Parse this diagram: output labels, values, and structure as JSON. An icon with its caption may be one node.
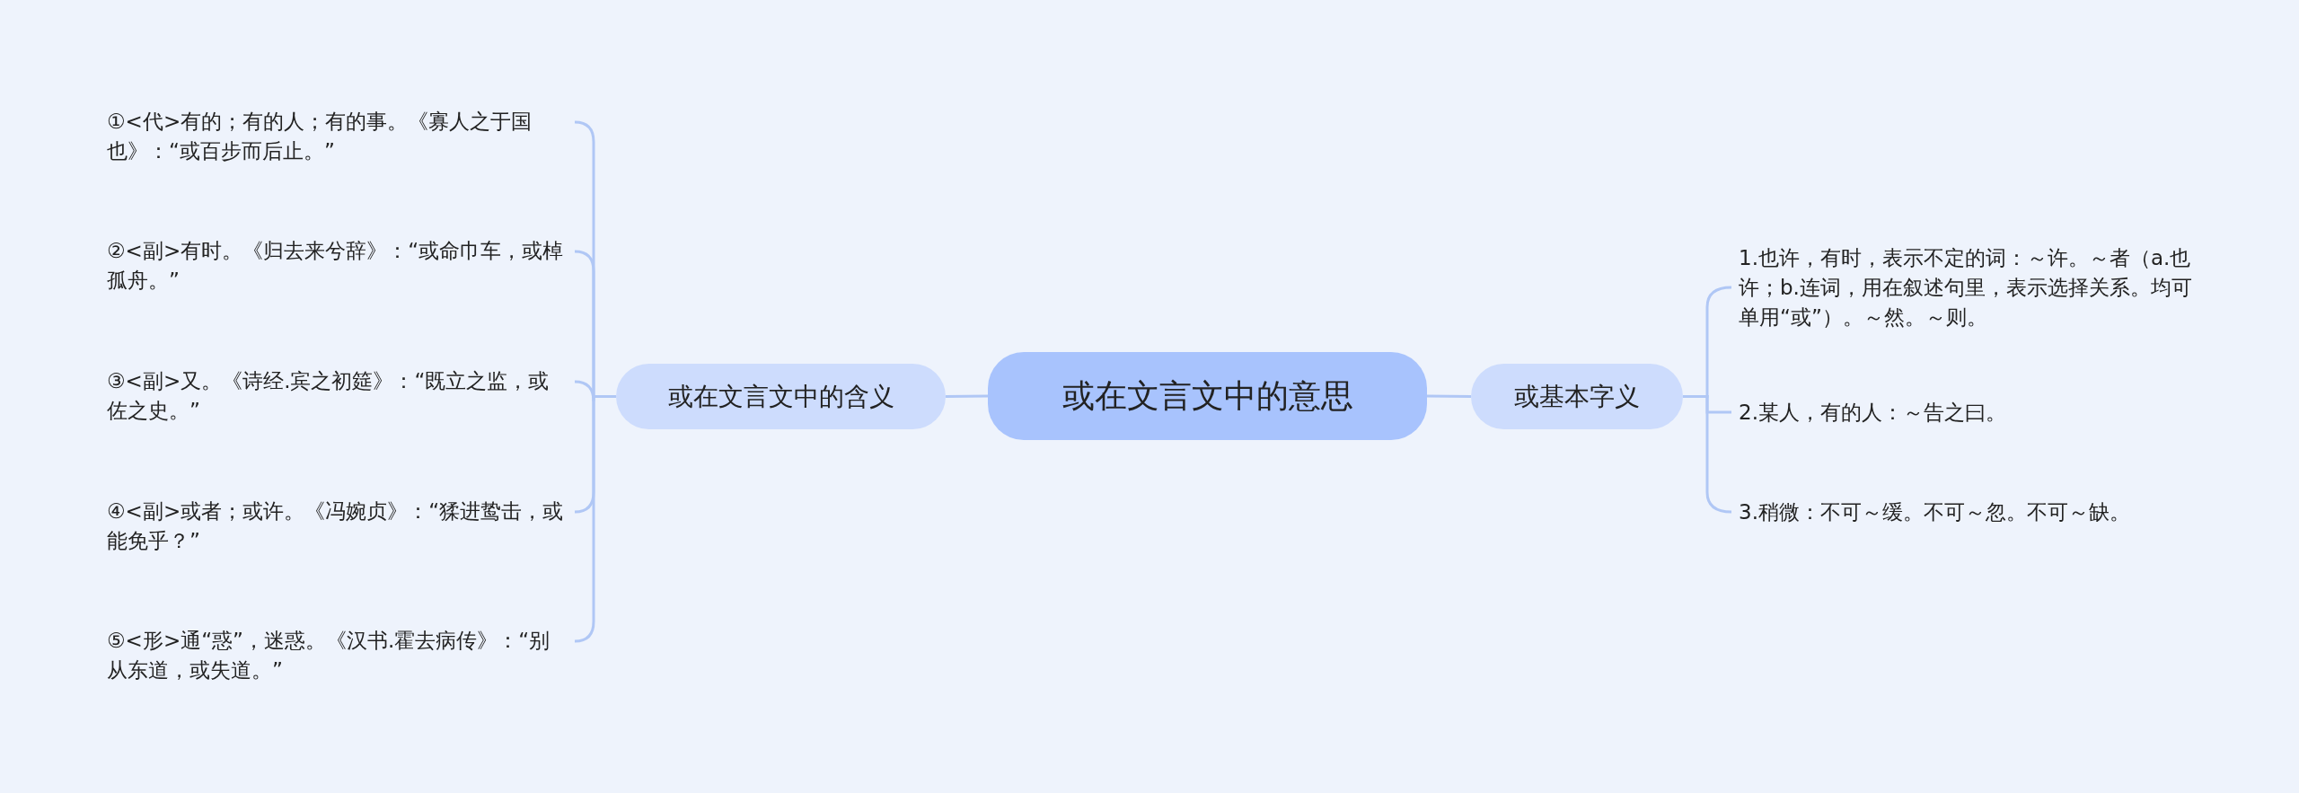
{
  "diagram": {
    "nodes": [
      {
        "text": [
          "或在文言文中的意思"
        ]
      },
      {
        "text": [
          "或在文言文中的含义"
        ]
      },
      {
        "text": [
          "①<代>有的；有的人；有的事。《寡人之于国也》：“或百步而后止。”"
        ]
      },
      {
        "text": [
          "②<副>有时。《归去来兮辞》：“或命巾车，或棹孤舟。”"
        ]
      },
      {
        "text": [
          "③<副>又。《诗经.宾之初筵》：“既立之监，或佐之史。”"
        ]
      },
      {
        "text": [
          "④<副>或者；或许。《冯婉贞》：“猱进鸷击，或能免乎？”"
        ]
      },
      {
        "text": [
          "⑤<形>通“惑”，迷惑。《汉书.霍去病传》：“别从东道，或失道。”"
        ]
      },
      {
        "text": [
          "或基本字义"
        ]
      },
      {
        "text": [
          "1.也许，有时，表示不定的词：～许。～者（a.也许；b.连词，用在叙述句里，表示选择关系。均可单用“或”）。～然。～则。"
        ]
      },
      {
        "text": [
          "2.某人，有的人：～告之曰。"
        ]
      },
      {
        "text": [
          "3.稍微：不可～缓。不可～忽。不可～缺。"
        ]
      }
    ],
    "edges": [
      {
        "from": 0,
        "to": 1,
        "arrow": "none"
      },
      {
        "from": 1,
        "to": 2,
        "arrow": "none"
      },
      {
        "from": 1,
        "to": 3,
        "arrow": "none"
      },
      {
        "from": 1,
        "to": 4,
        "arrow": "none"
      },
      {
        "from": 1,
        "to": 5,
        "arrow": "none"
      },
      {
        "from": 1,
        "to": 6,
        "arrow": "none"
      },
      {
        "from": 0,
        "to": 7,
        "arrow": "none"
      },
      {
        "from": 7,
        "to": 8,
        "arrow": "none"
      },
      {
        "from": 7,
        "to": 9,
        "arrow": "none"
      },
      {
        "from": 7,
        "to": 10,
        "arrow": "none"
      }
    ]
  }
}
